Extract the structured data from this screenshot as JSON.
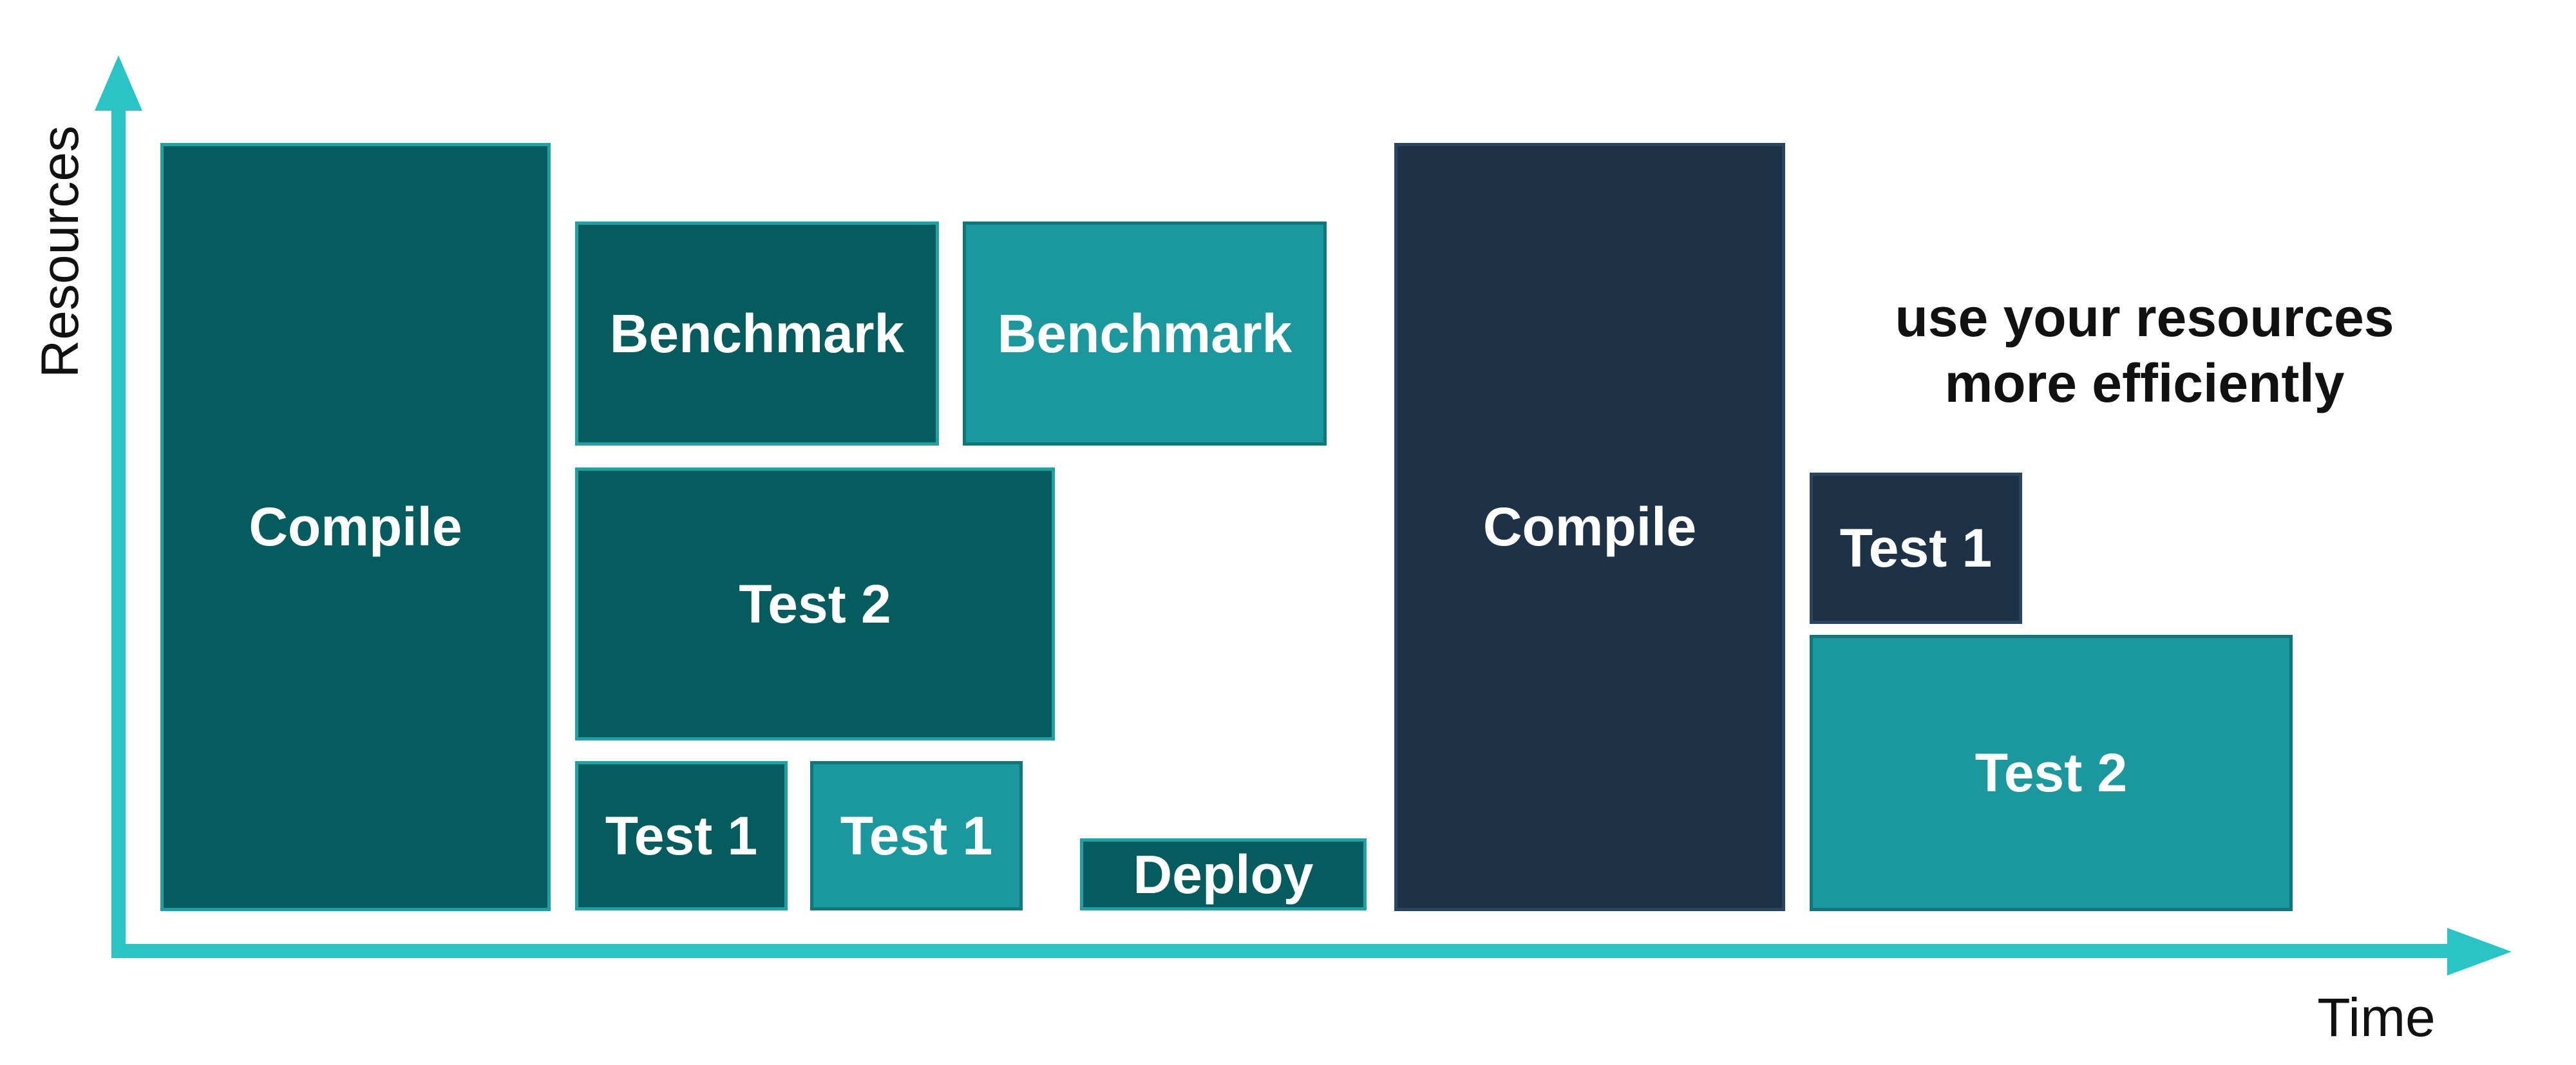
{
  "figure": {
    "y_axis_label": "Resources",
    "x_axis_label": "Time",
    "annotation": {
      "line1": "use your resources",
      "line2": "more efficiently"
    },
    "colors": {
      "axis": "#2AC4C7",
      "dark_fill": "#045C5E",
      "dark_border": "#1FA0A4",
      "light_fill": "#1B989E",
      "light_border": "#11767C",
      "navy_fill": "#1E3247",
      "navy_border": "#2A4560",
      "block_text": "#FFFFFF",
      "axis_label_text": "#111111"
    },
    "blocks": [
      {
        "label": "Compile",
        "variant": "dark",
        "group": "before"
      },
      {
        "label": "Benchmark",
        "variant": "dark",
        "group": "before"
      },
      {
        "label": "Benchmark",
        "variant": "light",
        "group": "before"
      },
      {
        "label": "Test 2",
        "variant": "dark",
        "group": "before"
      },
      {
        "label": "Test 1",
        "variant": "dark",
        "group": "before"
      },
      {
        "label": "Test 1",
        "variant": "light",
        "group": "before"
      },
      {
        "label": "Deploy",
        "variant": "dark",
        "group": "before"
      },
      {
        "label": "Compile",
        "variant": "navy",
        "group": "after"
      },
      {
        "label": "Test 1",
        "variant": "navy",
        "group": "after"
      },
      {
        "label": "Test 2",
        "variant": "light",
        "group": "after"
      }
    ]
  }
}
